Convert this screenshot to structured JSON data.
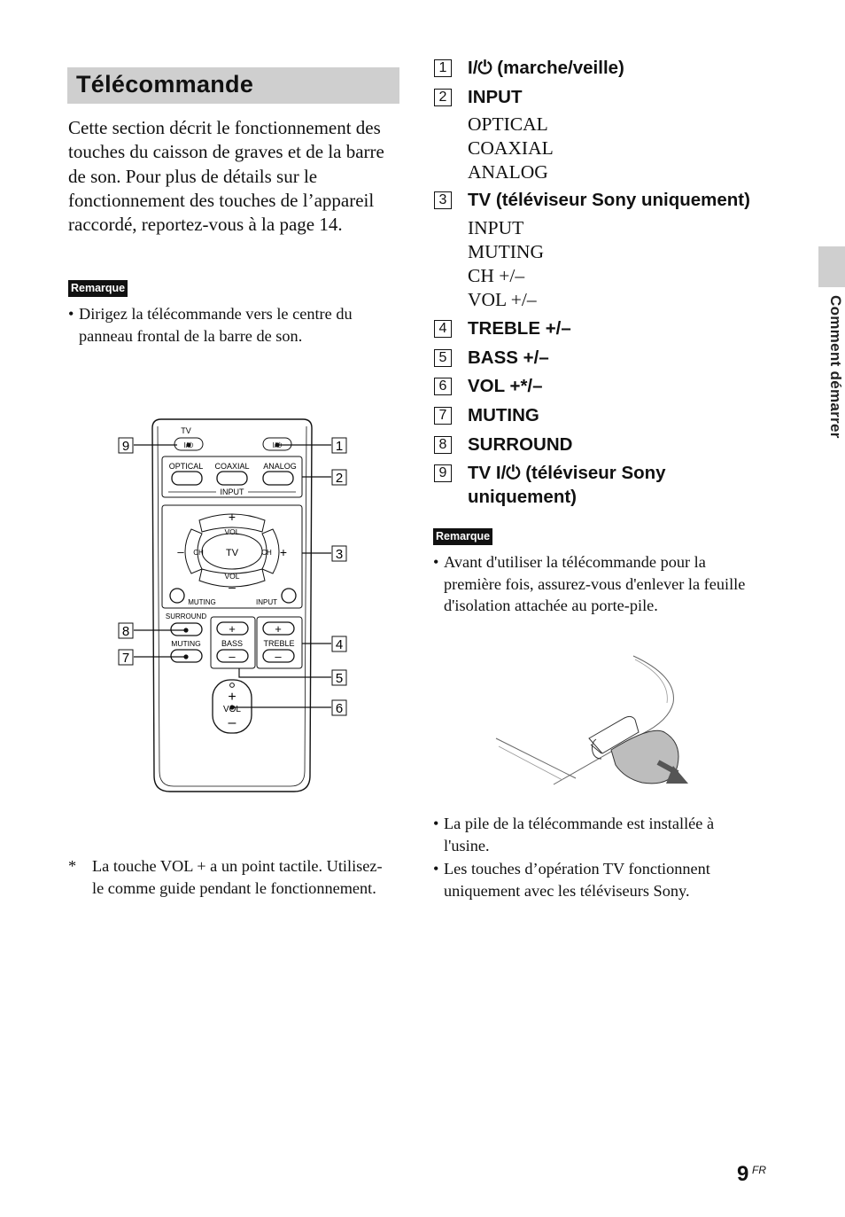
{
  "header": {
    "title": "Télécommande"
  },
  "intro": "Cette section décrit le fonctionnement des touches du caisson de graves et de la barre de son. Pour plus de détails sur le fonctionnement des touches de l’appareil raccordé, reportez-vous à la page 14.",
  "note1": {
    "badge": "Remarque",
    "bullet": "Dirigez la télécommande vers le centre du panneau frontal de la barre de son."
  },
  "remote": {
    "tv_label": "TV",
    "optical": "OPTICAL",
    "coaxial": "COAXIAL",
    "analog": "ANALOG",
    "input": "INPUT",
    "vol": "VOL",
    "ch": "CH",
    "tv_center": "TV",
    "muting": "MUTING",
    "surround": "SURROUND",
    "bass": "BASS",
    "treble": "TREBLE",
    "plus": "+",
    "minus": "–",
    "callouts": [
      "1",
      "2",
      "3",
      "4",
      "5",
      "6",
      "7",
      "8",
      "9"
    ]
  },
  "footnote": {
    "mark": "*",
    "text": "La touche VOL + a un point tactile. Utilisez-le comme guide pendant le fonctionnement."
  },
  "list": [
    {
      "num": "1",
      "label": "I/⏻ (marche/veille)"
    },
    {
      "num": "2",
      "label": "INPUT"
    },
    {
      "num": "3",
      "label": "TV (téléviseur Sony uniquement)"
    },
    {
      "num": "4",
      "label": "TREBLE +/–"
    },
    {
      "num": "5",
      "label": "BASS +/–"
    },
    {
      "num": "6",
      "label": "VOL +*/–"
    },
    {
      "num": "7",
      "label": "MUTING"
    },
    {
      "num": "8",
      "label": "SURROUND"
    },
    {
      "num": "9",
      "label": "TV I/⏻ (téléviseur Sony",
      "label2": "uniquement)"
    }
  ],
  "input_sub": [
    "OPTICAL",
    "COAXIAL",
    "ANALOG"
  ],
  "tv_sub": [
    "INPUT",
    "MUTING",
    "CH +/–",
    "VOL +/–"
  ],
  "note2": {
    "badge": "Remarque",
    "bullet": "Avant d'utiliser la télécommande pour la première fois, assurez-vous d'enlever la feuille d'isolation attachée au porte-pile."
  },
  "bullets_after": [
    "La pile de la télécommande est installée à l'usine.",
    "Les touches d’opération TV fonctionnent uniquement avec les téléviseurs Sony."
  ],
  "sidebar": {
    "label": "Comment démarrer"
  },
  "page": {
    "number": "9",
    "lang": "FR"
  }
}
